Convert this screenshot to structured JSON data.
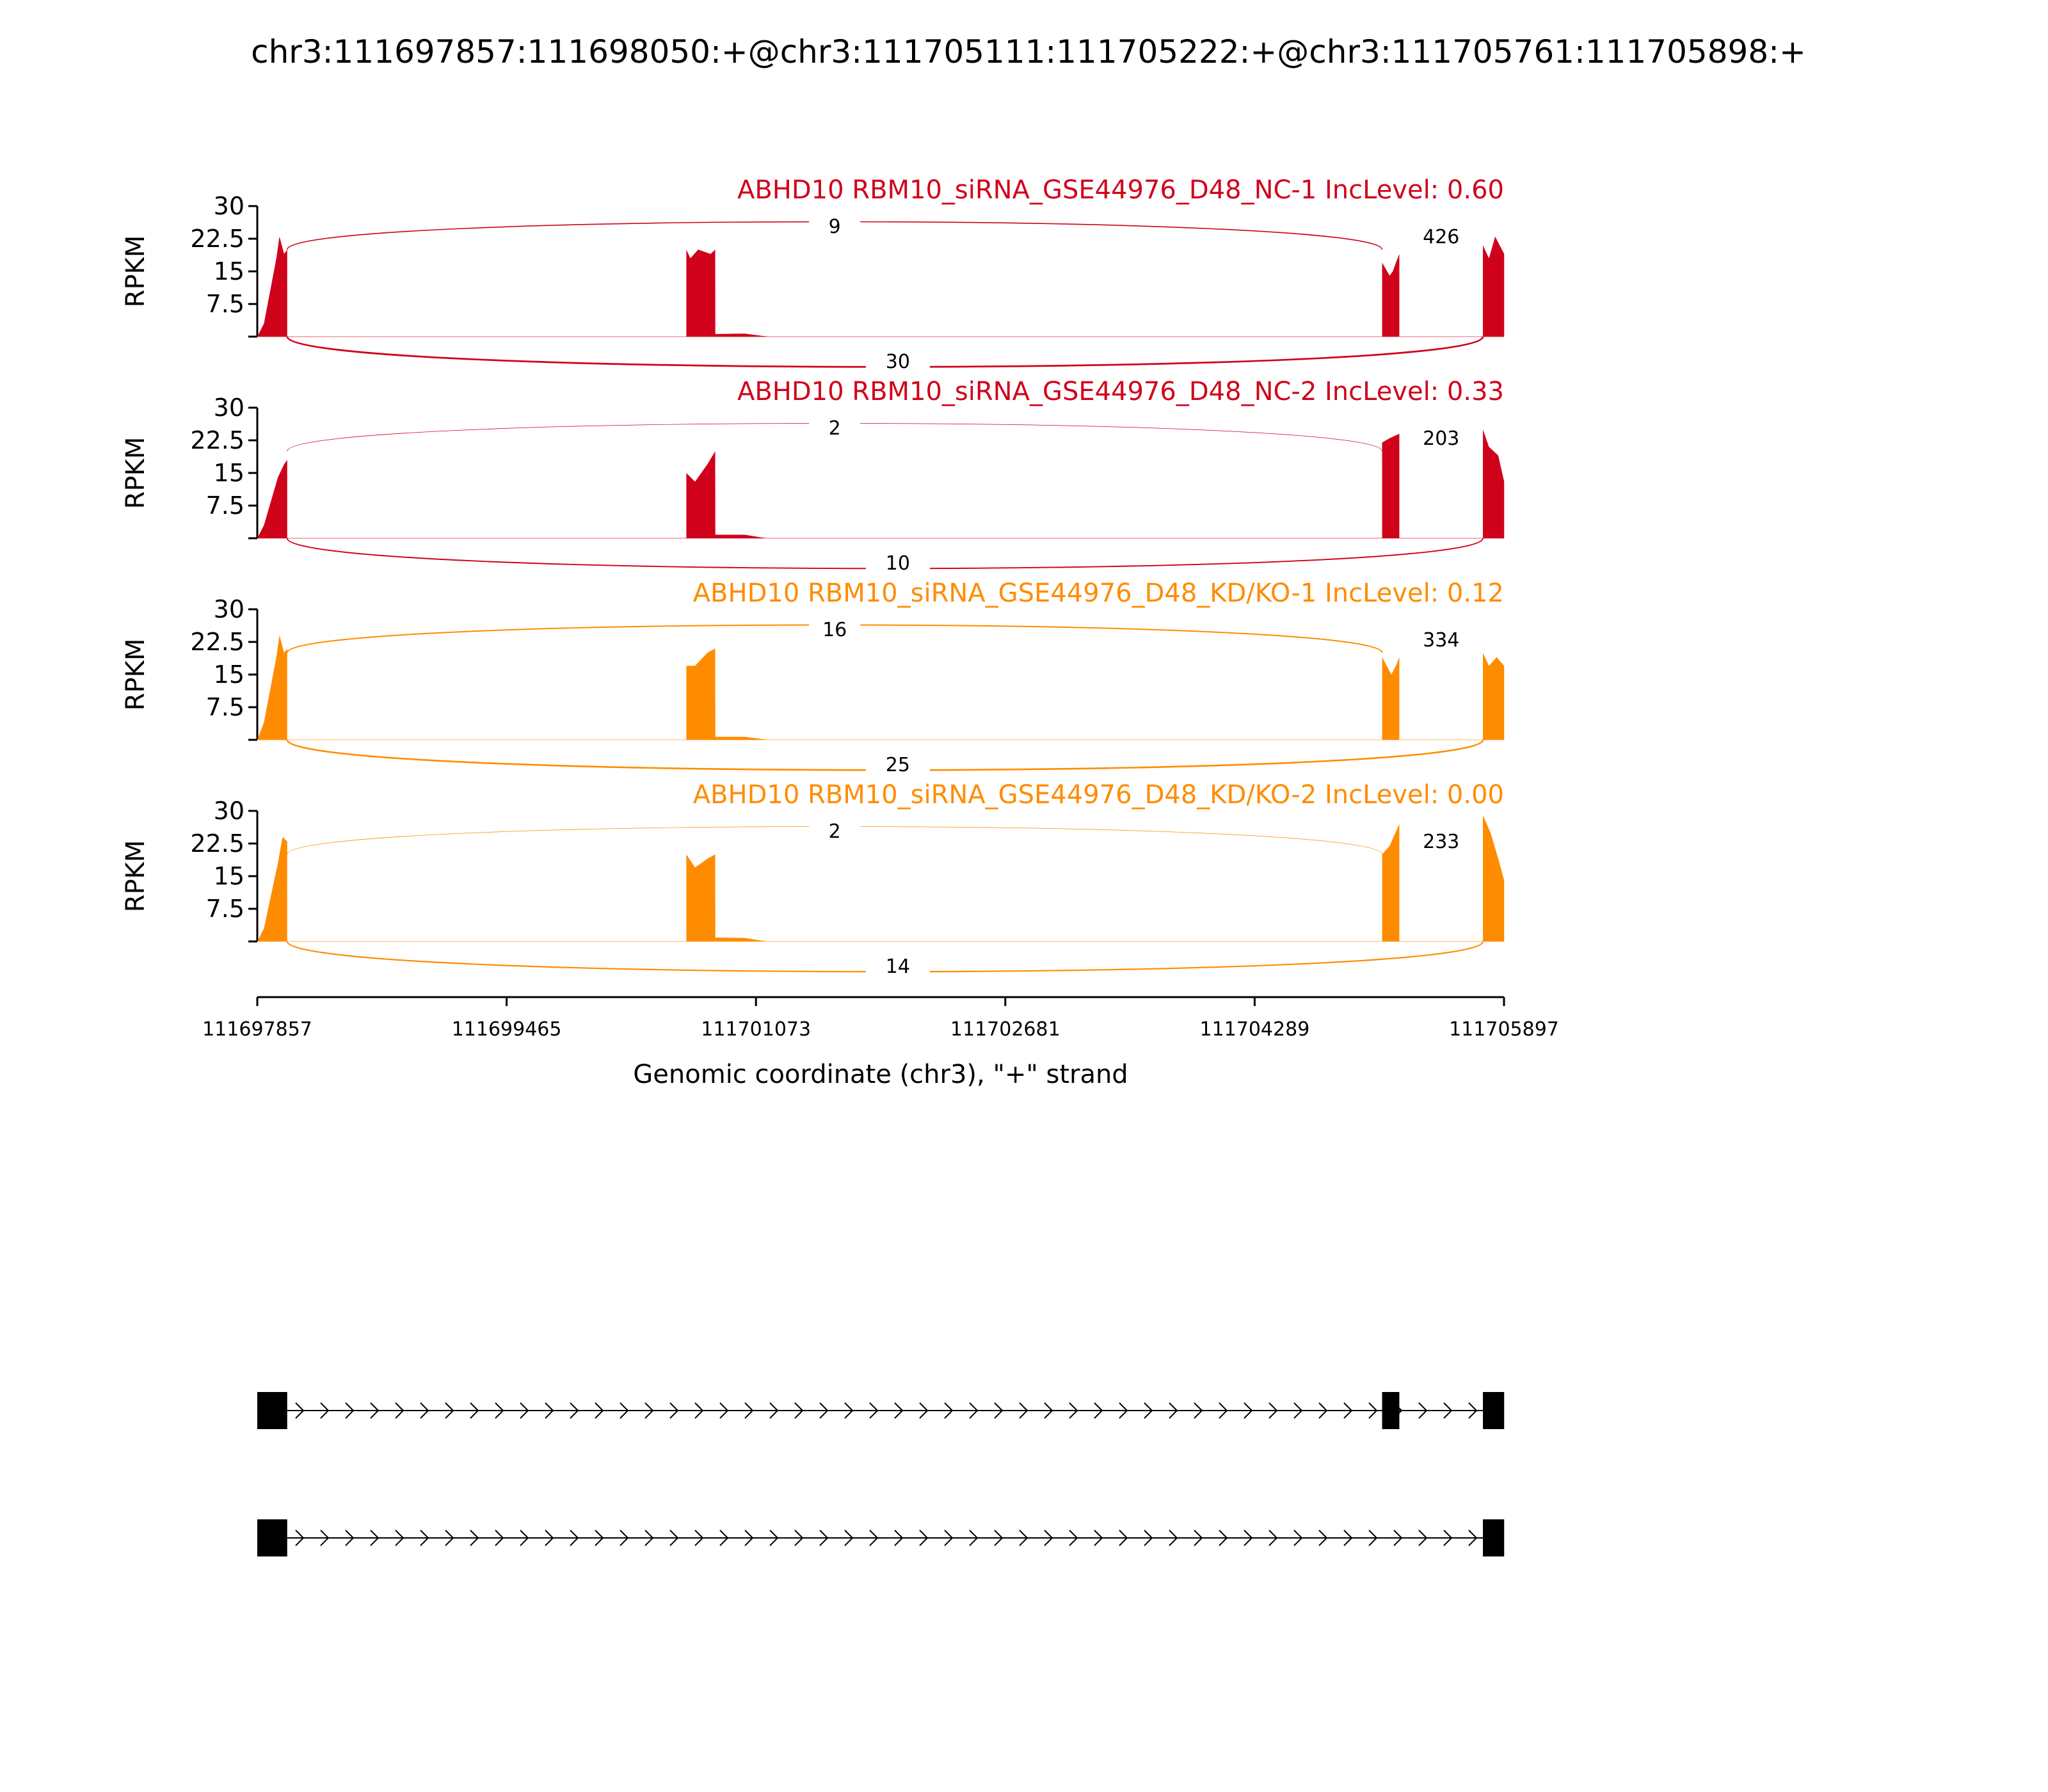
{
  "title": "chr3:111697857:111698050:+@chr3:111705111:111705222:+@chr3:111705761:111705898:+",
  "chart_data": {
    "type": "area",
    "xlabel": "Genomic coordinate (chr3), \"+\" strand",
    "ylabel": "RPKM",
    "xlim": [
      111697857,
      111705897
    ],
    "xticks": [
      "111697857",
      "111699465",
      "111701073",
      "111702681",
      "111704289",
      "111705897"
    ],
    "ylim": [
      0,
      30
    ],
    "yticks": [
      "30",
      "22.5",
      "15",
      "7.5"
    ],
    "exons": [
      [
        111697857,
        111698050
      ],
      [
        111700624,
        111700810
      ],
      [
        111705111,
        111705222
      ],
      [
        111705761,
        111705898
      ]
    ],
    "panels": [
      {
        "title": "ABHD10 RBM10_siRNA_GSE44976_D48_NC-1 IncLevel: 0.60",
        "color": "#d0021b",
        "junctions": {
          "upper": "9",
          "mid": "426",
          "lower": "30"
        },
        "coverage": [
          [
            [
              111697857,
              0
            ],
            [
              111697900,
              3
            ],
            [
              111697980,
              18
            ],
            [
              111698000,
              23
            ],
            [
              111698030,
              19
            ],
            [
              111698050,
              20
            ]
          ],
          [
            [
              111700624,
              20
            ],
            [
              111700650,
              18
            ],
            [
              111700700,
              20
            ],
            [
              111700780,
              19
            ],
            [
              111700810,
              20
            ],
            [
              111700811,
              0.6
            ],
            [
              111701000,
              0.7
            ],
            [
              111701150,
              0
            ]
          ],
          [
            [
              111705111,
              17
            ],
            [
              111705160,
              14
            ],
            [
              111705180,
              15
            ],
            [
              111705200,
              17
            ],
            [
              111705222,
              19
            ]
          ],
          [
            [
              111705761,
              21
            ],
            [
              111705800,
              18
            ],
            [
              111705840,
              23
            ],
            [
              111705898,
              19
            ]
          ]
        ]
      },
      {
        "title": "ABHD10 RBM10_siRNA_GSE44976_D48_NC-2 IncLevel: 0.33",
        "color": "#d0021b",
        "junctions": {
          "upper": "2",
          "mid": "203",
          "lower": "10"
        },
        "coverage": [
          [
            [
              111697857,
              0
            ],
            [
              111697900,
              3
            ],
            [
              111697990,
              14
            ],
            [
              111698030,
              17
            ],
            [
              111698050,
              18
            ]
          ],
          [
            [
              111700624,
              15
            ],
            [
              111700680,
              13
            ],
            [
              111700760,
              17
            ],
            [
              111700810,
              20
            ],
            [
              111700811,
              0.8
            ],
            [
              111701000,
              0.8
            ],
            [
              111701140,
              0
            ]
          ],
          [
            [
              111705111,
              22
            ],
            [
              111705160,
              23
            ],
            [
              111705222,
              24
            ]
          ],
          [
            [
              111705761,
              25
            ],
            [
              111705800,
              21
            ],
            [
              111705860,
              19
            ],
            [
              111705898,
              13
            ]
          ]
        ]
      },
      {
        "title": "ABHD10 RBM10_siRNA_GSE44976_D48_KD/KO-1 IncLevel: 0.12",
        "color": "#ff8c00",
        "junctions": {
          "upper": "16",
          "mid": "334",
          "lower": "25"
        },
        "coverage": [
          [
            [
              111697857,
              0
            ],
            [
              111697900,
              4
            ],
            [
              111697980,
              19
            ],
            [
              111698000,
              24
            ],
            [
              111698030,
              20
            ],
            [
              111698050,
              21
            ]
          ],
          [
            [
              111700624,
              17
            ],
            [
              111700680,
              17
            ],
            [
              111700760,
              20
            ],
            [
              111700810,
              21
            ],
            [
              111700811,
              0.7
            ],
            [
              111701000,
              0.7
            ],
            [
              111701150,
              0
            ]
          ],
          [
            [
              111705111,
              19
            ],
            [
              111705170,
              15
            ],
            [
              111705200,
              17
            ],
            [
              111705222,
              19
            ]
          ],
          [
            [
              111705761,
              20
            ],
            [
              111705800,
              17
            ],
            [
              111705850,
              19
            ],
            [
              111705898,
              17
            ]
          ]
        ]
      },
      {
        "title": "ABHD10 RBM10_siRNA_GSE44976_D48_KD/KO-2 IncLevel: 0.00",
        "color": "#ff8c00",
        "junctions": {
          "upper": "2",
          "mid": "233",
          "lower": "14"
        },
        "coverage": [
          [
            [
              111697857,
              0
            ],
            [
              111697900,
              3
            ],
            [
              111697990,
              18
            ],
            [
              111698020,
              24
            ],
            [
              111698050,
              23
            ]
          ],
          [
            [
              111700624,
              20
            ],
            [
              111700680,
              17
            ],
            [
              111700760,
              19
            ],
            [
              111700810,
              20
            ],
            [
              111700811,
              0.9
            ],
            [
              111701000,
              0.8
            ],
            [
              111701140,
              0
            ]
          ],
          [
            [
              111705111,
              20
            ],
            [
              111705160,
              22
            ],
            [
              111705222,
              27
            ]
          ],
          [
            [
              111705761,
              29
            ],
            [
              111705810,
              25
            ],
            [
              111705860,
              19
            ],
            [
              111705898,
              14
            ]
          ]
        ]
      }
    ],
    "gene_models": [
      {
        "exons": [
          [
            111697857,
            111698050
          ],
          [
            111705111,
            111705222
          ],
          [
            111705761,
            111705898
          ]
        ]
      },
      {
        "exons": [
          [
            111697857,
            111698050
          ],
          [
            111705761,
            111705898
          ]
        ]
      }
    ]
  }
}
